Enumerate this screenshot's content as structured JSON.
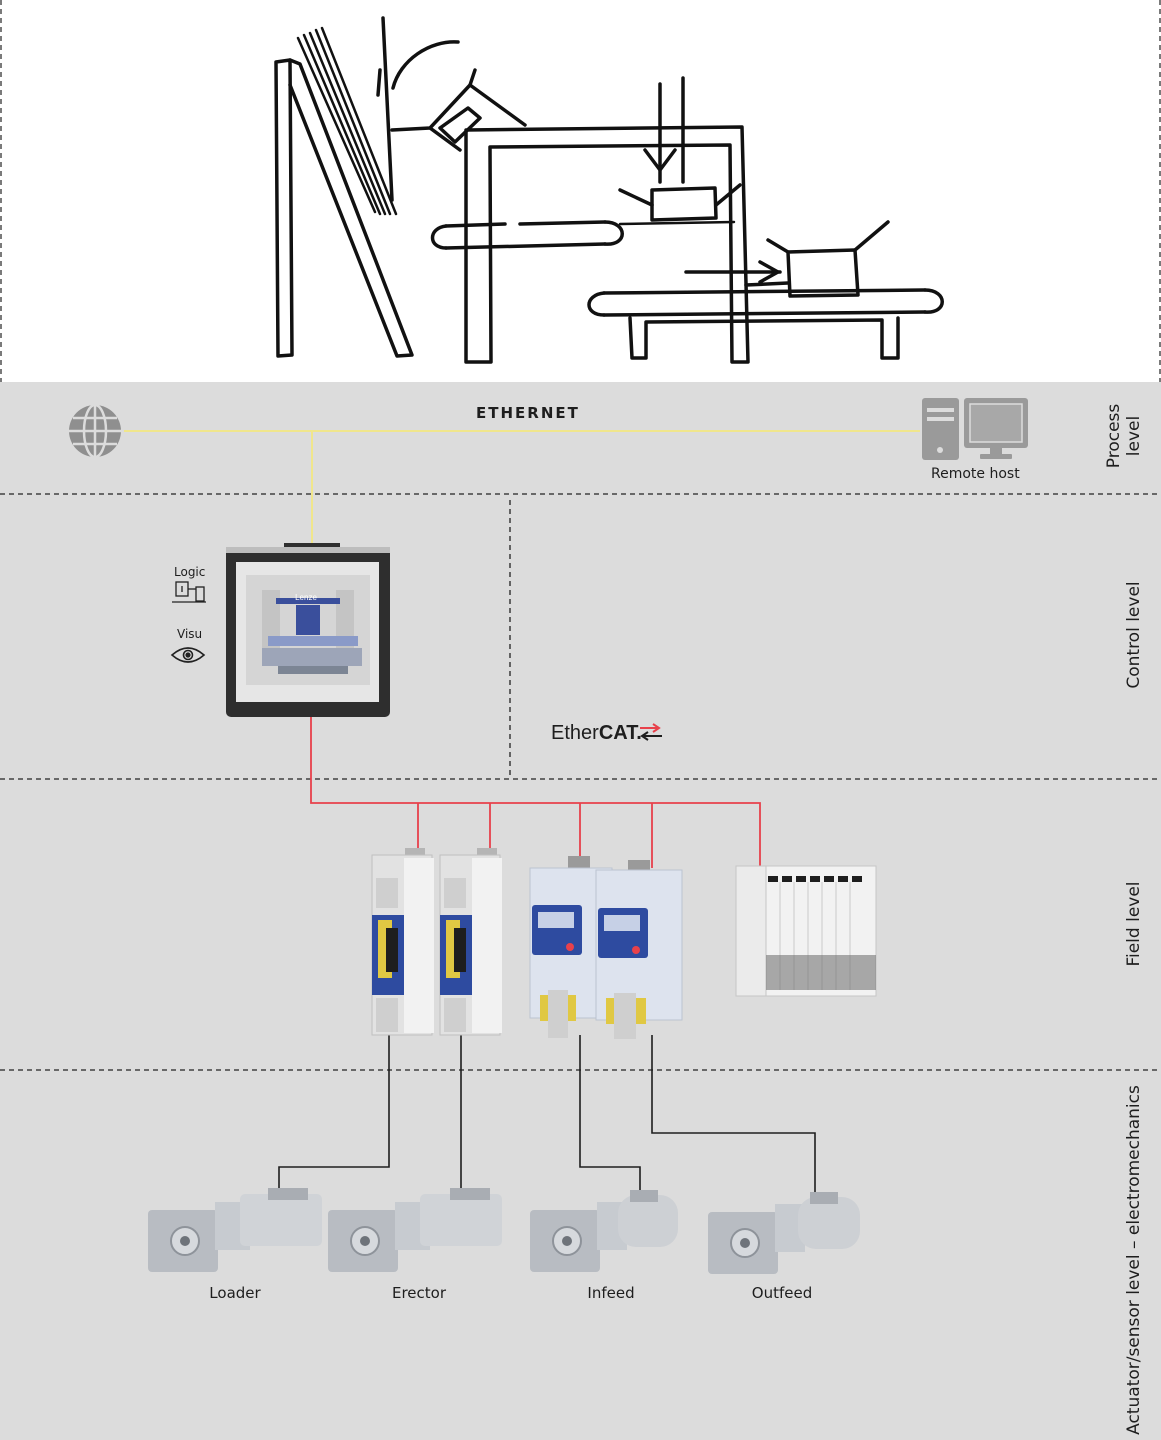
{
  "levels": {
    "process": [
      "Process",
      "level"
    ],
    "control": "Control level",
    "field": "Field level",
    "actuator": "Actuator/sensor level – electromechanics"
  },
  "network": {
    "ethernet": "ETHERNET",
    "fieldbus_brand_part1": "Ether",
    "fieldbus_brand_part2": "CAT."
  },
  "devices": {
    "remote_host": "Remote host",
    "hmi_brand": "Lenze",
    "logic": "Logic",
    "visu": "Visu"
  },
  "motors": [
    "Loader",
    "Erector",
    "Infeed",
    "Outfeed"
  ],
  "colors": {
    "band": "#dcdcdc",
    "ethernet_line": "#f0e68c",
    "ethercat_line": "#e8414b",
    "motor_cable": "#1e1e1e",
    "servo_blue": "#2e4ba0",
    "inverter_display": "#2e4ba0",
    "io_white": "#f2f2f2"
  },
  "icons": [
    "globe-icon",
    "computer-icon",
    "logic-icon",
    "eye-icon",
    "ethercat-arrows-icon"
  ]
}
